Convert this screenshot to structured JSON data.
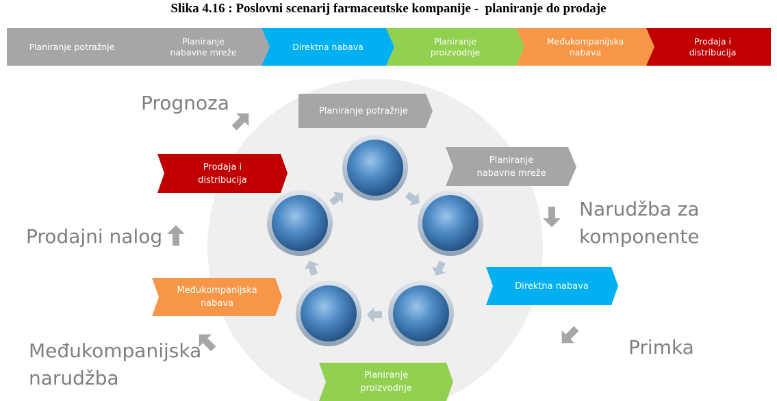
{
  "caption": "Slika 4.16 : Poslovni scenarij farmaceutske kompanije -  planiranje do prodaje",
  "colors": {
    "gray": "#a6a6a6",
    "blue": "#00b0f0",
    "green": "#92d050",
    "orange": "#f79646",
    "red": "#c00000",
    "sphere": "#3f7cb8",
    "arrow_gray": "#a6a6a6"
  },
  "process_bar": [
    {
      "label": "Planiranje potražnje",
      "color": "gray"
    },
    {
      "label": "Planiranje\nnabavne mreže",
      "color": "gray"
    },
    {
      "label": "Direktna nabava",
      "color": "blue"
    },
    {
      "label": "Planiranje\nproizvodnje",
      "color": "green"
    },
    {
      "label": "Međukompanijska\nnabava",
      "color": "orange"
    },
    {
      "label": "Prodaja i\ndistribucija",
      "color": "red"
    }
  ],
  "cycle": {
    "steps": {
      "demand": {
        "label": "Planiranje potražnje",
        "color": "gray"
      },
      "network": {
        "label": "Planiranje\nnabavne mreže",
        "color": "gray"
      },
      "direct": {
        "label": "Direktna nabava",
        "color": "blue"
      },
      "production": {
        "label": "Planiranje\nproizvodnje",
        "color": "green"
      },
      "intercompany": {
        "label": "Međukompanijska\nnabava",
        "color": "orange"
      },
      "sales": {
        "label": "Prodaja i\ndistribucija",
        "color": "red"
      }
    },
    "documents": {
      "forecast": "Prognoza",
      "component_order": "Narudžba za\nkomponente",
      "receipt": "Primka",
      "intercompany_order": "Međukompanijska\nnarudžba",
      "sales_order": "Prodajni nalog"
    },
    "node_icon": "sphere-node",
    "arrow_icon": "block-arrow"
  }
}
